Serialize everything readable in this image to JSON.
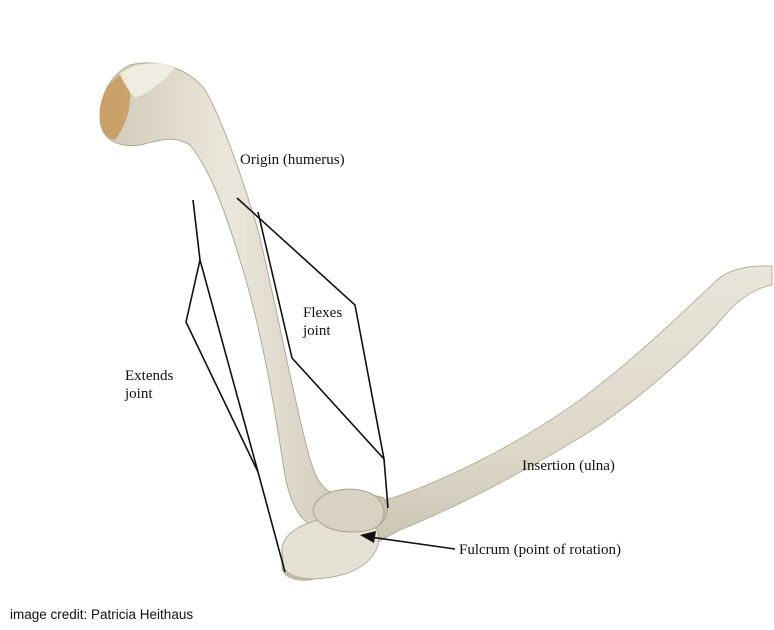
{
  "labels": {
    "origin": "Origin (humerus)",
    "flexes_line1": "Flexes",
    "flexes_line2": "joint",
    "extends_line1": "Extends",
    "extends_line2": "joint",
    "insertion": "Insertion (ulna)",
    "fulcrum": "Fulcrum (point of rotation)"
  },
  "credit": "image credit: Patricia Heithaus",
  "colors": {
    "bone_fill": "#e7e3d7",
    "bone_shade": "#c9c3b2",
    "bone_head": "#c89a5a",
    "line": "#111111"
  }
}
